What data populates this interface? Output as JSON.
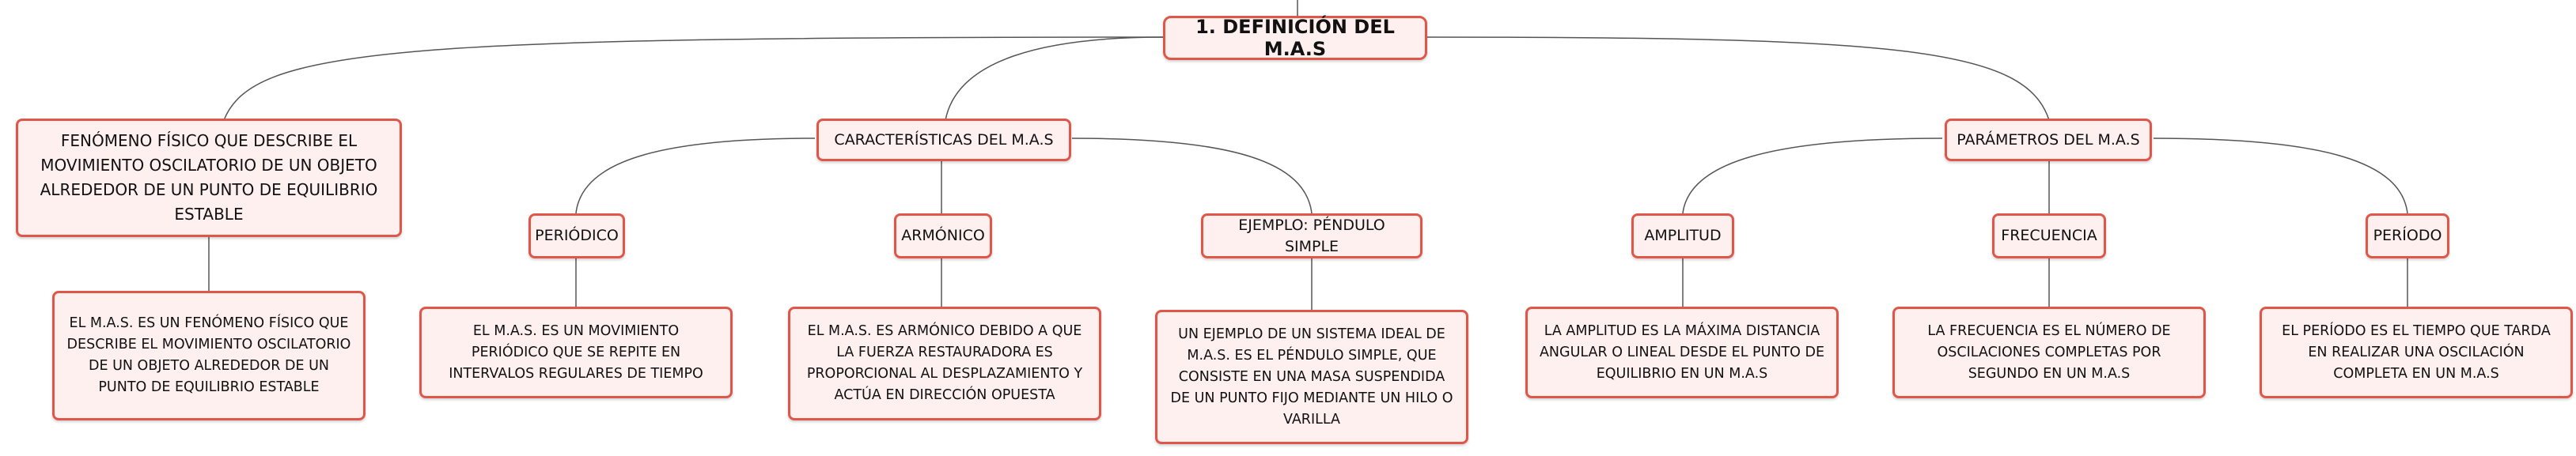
{
  "root": {
    "label": "1. DEFINICIÓN DEL M.A.S"
  },
  "definition": {
    "label": "FENÓMENO FÍSICO QUE DESCRIBE EL MOVIMIENTO OSCILATORIO DE UN OBJETO ALREDEDOR DE UN PUNTO DE EQUILIBRIO ESTABLE",
    "detail": "EL M.A.S. ES UN FENÓMENO FÍSICO QUE DESCRIBE EL MOVIMIENTO OSCILATORIO DE UN OBJETO ALREDEDOR DE UN PUNTO DE EQUILIBRIO ESTABLE"
  },
  "characteristics": {
    "label": "CARACTERÍSTICAS DEL M.A.S",
    "items": [
      {
        "label": "PERIÓDICO",
        "detail": "EL M.A.S. ES UN MOVIMIENTO PERIÓDICO QUE SE REPITE EN INTERVALOS REGULARES DE TIEMPO"
      },
      {
        "label": "ARMÓNICO",
        "detail": "EL M.A.S. ES ARMÓNICO DEBIDO A QUE LA FUERZA RESTAURADORA ES PROPORCIONAL AL DESPLAZAMIENTO Y ACTÚA EN DIRECCIÓN OPUESTA"
      },
      {
        "label": "EJEMPLO: PÉNDULO SIMPLE",
        "detail": "UN EJEMPLO DE UN SISTEMA IDEAL DE M.A.S. ES EL PÉNDULO SIMPLE, QUE CONSISTE EN UNA MASA SUSPENDIDA DE UN PUNTO FIJO MEDIANTE UN HILO O VARILLA"
      }
    ]
  },
  "parameters": {
    "label": "PARÁMETROS DEL M.A.S",
    "items": [
      {
        "label": "AMPLITUD",
        "detail": "LA AMPLITUD ES LA MÁXIMA DISTANCIA ANGULAR O LINEAL DESDE EL PUNTO DE EQUILIBRIO EN UN M.A.S"
      },
      {
        "label": "FRECUENCIA",
        "detail": "LA FRECUENCIA ES EL NÚMERO DE OSCILACIONES COMPLETAS POR SEGUNDO EN UN M.A.S"
      },
      {
        "label": "PERÍODO",
        "detail": "EL PERÍODO ES EL TIEMPO QUE TARDA EN REALIZAR UNA OSCILACIÓN COMPLETA EN UN M.A.S"
      }
    ]
  }
}
